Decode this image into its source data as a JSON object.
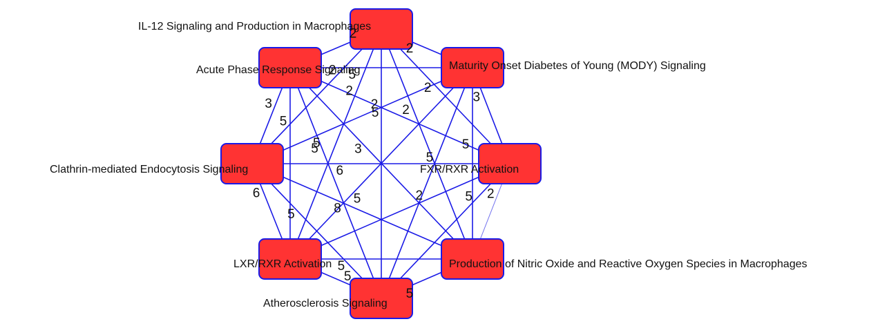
{
  "diagram": {
    "colors": {
      "node_fill": "#ff3333",
      "node_stroke": "#1a1ae6",
      "edge": "#1a1ae6",
      "label": "#111111"
    },
    "nodes": [
      {
        "id": "il12",
        "label": "IL-12 Signaling and Production in Macrophages"
      },
      {
        "id": "mody",
        "label": "Maturity Onset Diabetes of Young (MODY) Signaling"
      },
      {
        "id": "fxr",
        "label": "FXR/RXR Activation"
      },
      {
        "id": "no",
        "label": "Production of Nitric Oxide and Reactive Oxygen Species in Macrophages"
      },
      {
        "id": "ath",
        "label": "Atherosclerosis Signaling"
      },
      {
        "id": "lxr",
        "label": "LXR/RXR Activation"
      },
      {
        "id": "cme",
        "label": "Clathrin-mediated Endocytosis Signaling"
      },
      {
        "id": "apr",
        "label": "Acute Phase Response Signaling"
      }
    ],
    "edges": [
      {
        "source": "il12",
        "target": "apr",
        "weight": "2"
      },
      {
        "source": "il12",
        "target": "mody",
        "weight": "2"
      },
      {
        "source": "apr",
        "target": "cme",
        "weight": "3"
      },
      {
        "source": "apr",
        "target": "lxr",
        "weight": "5"
      },
      {
        "source": "apr",
        "target": "ath",
        "weight": "5"
      },
      {
        "source": "apr",
        "target": "fxr",
        "weight": "5"
      },
      {
        "source": "cme",
        "target": "mody",
        "weight": "5"
      },
      {
        "source": "lxr",
        "target": "mody",
        "weight": "5"
      },
      {
        "source": "apr",
        "target": "no",
        "weight": "3"
      },
      {
        "source": "il12",
        "target": "ath",
        "weight": "2"
      },
      {
        "source": "il12",
        "target": "no",
        "weight": "2"
      },
      {
        "source": "il12",
        "target": "fxr",
        "weight": "2"
      },
      {
        "source": "mody",
        "target": "fxr",
        "weight": "3"
      },
      {
        "source": "cme",
        "target": "fxr",
        "weight": "6"
      },
      {
        "source": "mody",
        "target": "ath",
        "weight": "5"
      },
      {
        "source": "il12",
        "target": "lxr",
        "weight": "2"
      },
      {
        "source": "il12",
        "target": "cme",
        "weight": "2"
      },
      {
        "source": "fxr",
        "target": "lxr",
        "weight": "2"
      },
      {
        "source": "fxr",
        "target": "ath",
        "weight": "5"
      },
      {
        "source": "fxr",
        "target": "no",
        "weight": "2"
      },
      {
        "source": "mody",
        "target": "no",
        "weight": "5"
      },
      {
        "source": "cme",
        "target": "lxr",
        "weight": "6"
      },
      {
        "source": "cme",
        "target": "ath",
        "weight": "5"
      },
      {
        "source": "cme",
        "target": "no",
        "weight": "8"
      },
      {
        "source": "lxr",
        "target": "no",
        "weight": "5"
      },
      {
        "source": "apr",
        "target": "mody",
        "weight": "5"
      },
      {
        "source": "ath",
        "target": "lxr",
        "weight": "5"
      },
      {
        "source": "ath",
        "target": "no",
        "weight": "5"
      }
    ]
  }
}
